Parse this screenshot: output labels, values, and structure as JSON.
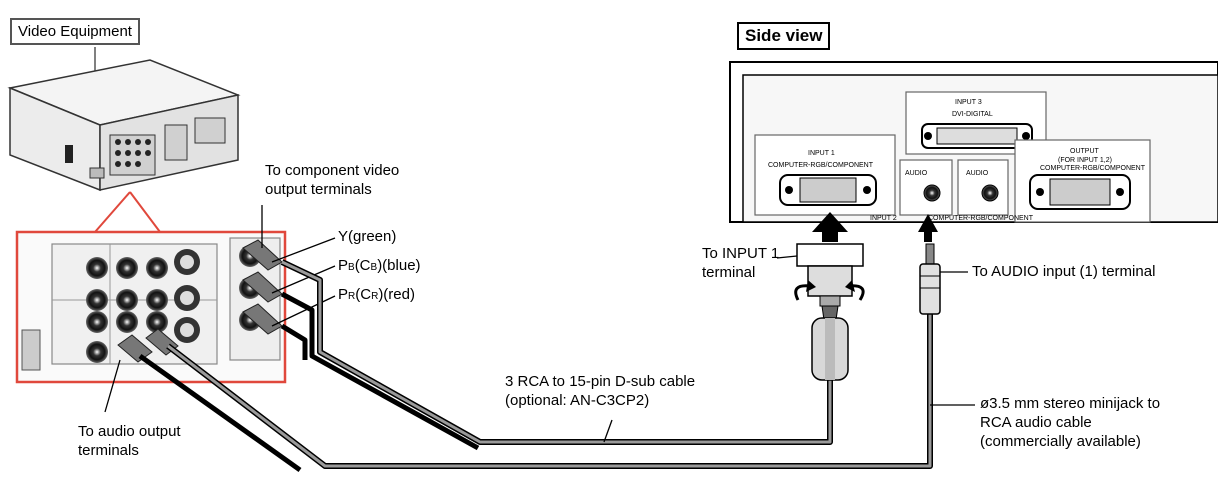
{
  "video_equipment_label": "Video Equipment",
  "side_view_label": "Side view",
  "component_label": {
    "line1": "To component video",
    "line2": "output terminals"
  },
  "y_label": "Y(green)",
  "pb_label": {
    "p": "P",
    "b": "B",
    "c1": "(C",
    "c2": "B",
    "c3": ")(blue)"
  },
  "pr_label": {
    "p": "P",
    "r": "R",
    "c1": "(C",
    "c2": "R",
    "c3": ")(red)"
  },
  "audio_out_label": {
    "line1": "To audio output",
    "line2": "terminals"
  },
  "cable1_label": {
    "line1": "3 RCA to 15-pin D-sub cable",
    "line2": "(optional: AN-C3CP2)"
  },
  "input1_label": {
    "line1": "To INPUT 1",
    "line2": "terminal"
  },
  "audio_in_label": "To AUDIO input (1) terminal",
  "cable2_label": {
    "line1": "ø3.5 mm stereo minijack to",
    "line2": "RCA audio cable",
    "line3": "(commercially available)"
  },
  "panel_text": {
    "input3": "INPUT 3",
    "dvi": "DVI-DIGITAL",
    "input1": "INPUT 1",
    "input1_sub": "COMPUTER-RGB/COMPONENT",
    "audio1": "AUDIO",
    "audio2": "AUDIO",
    "output": "OUTPUT",
    "output_sub1": "(FOR INPUT 1,2)",
    "output_sub2": "COMPUTER-RGB/COMPONENT",
    "input2": "INPUT 2",
    "input2_sub": "COMPUTER-RGB/COMPONENT"
  },
  "colors": {
    "highlight": "#e0483c",
    "line": "#000000",
    "gray": "#9a9a9a"
  }
}
